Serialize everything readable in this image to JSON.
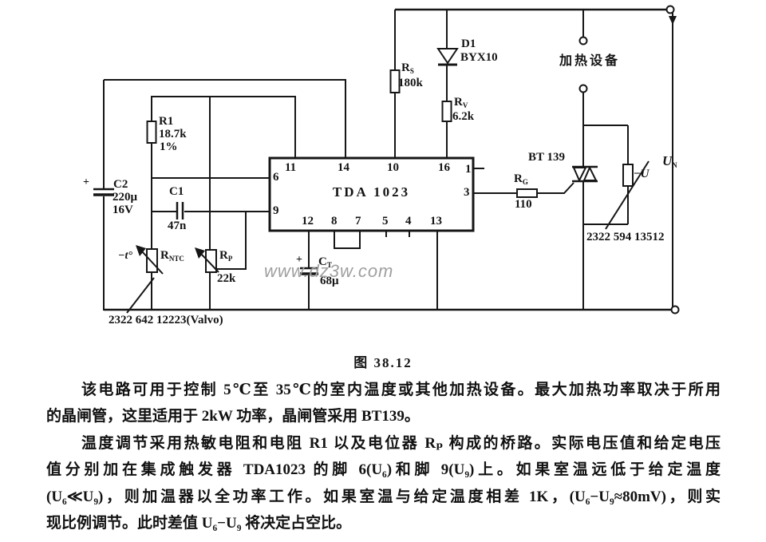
{
  "watermark": "www.dz3w.com",
  "caption": "图 38.12",
  "circuit": {
    "ic": {
      "name": "TDA 1023",
      "pins_top": [
        "11",
        "14",
        "10",
        "16"
      ],
      "pin_1": "1",
      "pin_3": "3",
      "pin_6": "6",
      "pin_9": "9",
      "pins_bottom": [
        "12",
        "8",
        "7",
        "5",
        "4",
        "13"
      ]
    },
    "r1": {
      "name": "R1",
      "value": "18.7k",
      "tolerance": "1%"
    },
    "c2": {
      "plus": "+",
      "name": "C2",
      "value": "220μ",
      "voltage": "16V"
    },
    "c1": {
      "name": "C1",
      "value": "47n"
    },
    "rntc": {
      "temp_label": "−t°",
      "base": "R",
      "sub": "NTC",
      "part_number": "2322 642 12223(Valvo)"
    },
    "rp": {
      "base": "R",
      "sub": "P",
      "value": "22k"
    },
    "ct": {
      "plus": "+",
      "base": "C",
      "sub": "T",
      "value": "68μ"
    },
    "rs": {
      "base": "R",
      "sub": "S",
      "value": "180k"
    },
    "d1": {
      "name": "D1",
      "type": "BYX10"
    },
    "rv": {
      "base": "R",
      "sub": "V",
      "value": "6.2k"
    },
    "heater_label": "加热设备",
    "triac_label": "BT 139",
    "rg": {
      "base": "R",
      "sub": "G",
      "value": "110"
    },
    "varistor": {
      "minus": "−",
      "u": "U",
      "part_number": "2322 594 13512"
    },
    "mains": {
      "base": "U",
      "sub": "N"
    }
  },
  "body": {
    "lines": [
      "该电路可用于控制 5℃至 35℃的室内温度或其他加热设备。最大加热功率取决于所用",
      "的晶闸管，这里适用于 2kW 功率，晶闸管采用 BT139。",
      "温度调节采用热敏电阻和电阻 R1 以及电位器 Rₚ 构成的桥路。实际电压值和给定电压",
      "值分别加在集成触发器 TDA1023 的脚 6(U₆)和脚 9(U₉)上。如果室温远低于给定温度",
      "(U₆≪U₉)，则加温器以全功率工作。如果室温与给定温度相差 1K，(U₆−U₉≈80mV)，则实",
      "现比例调节。此时差值 U₆−U₉ 将决定占空比。"
    ]
  }
}
